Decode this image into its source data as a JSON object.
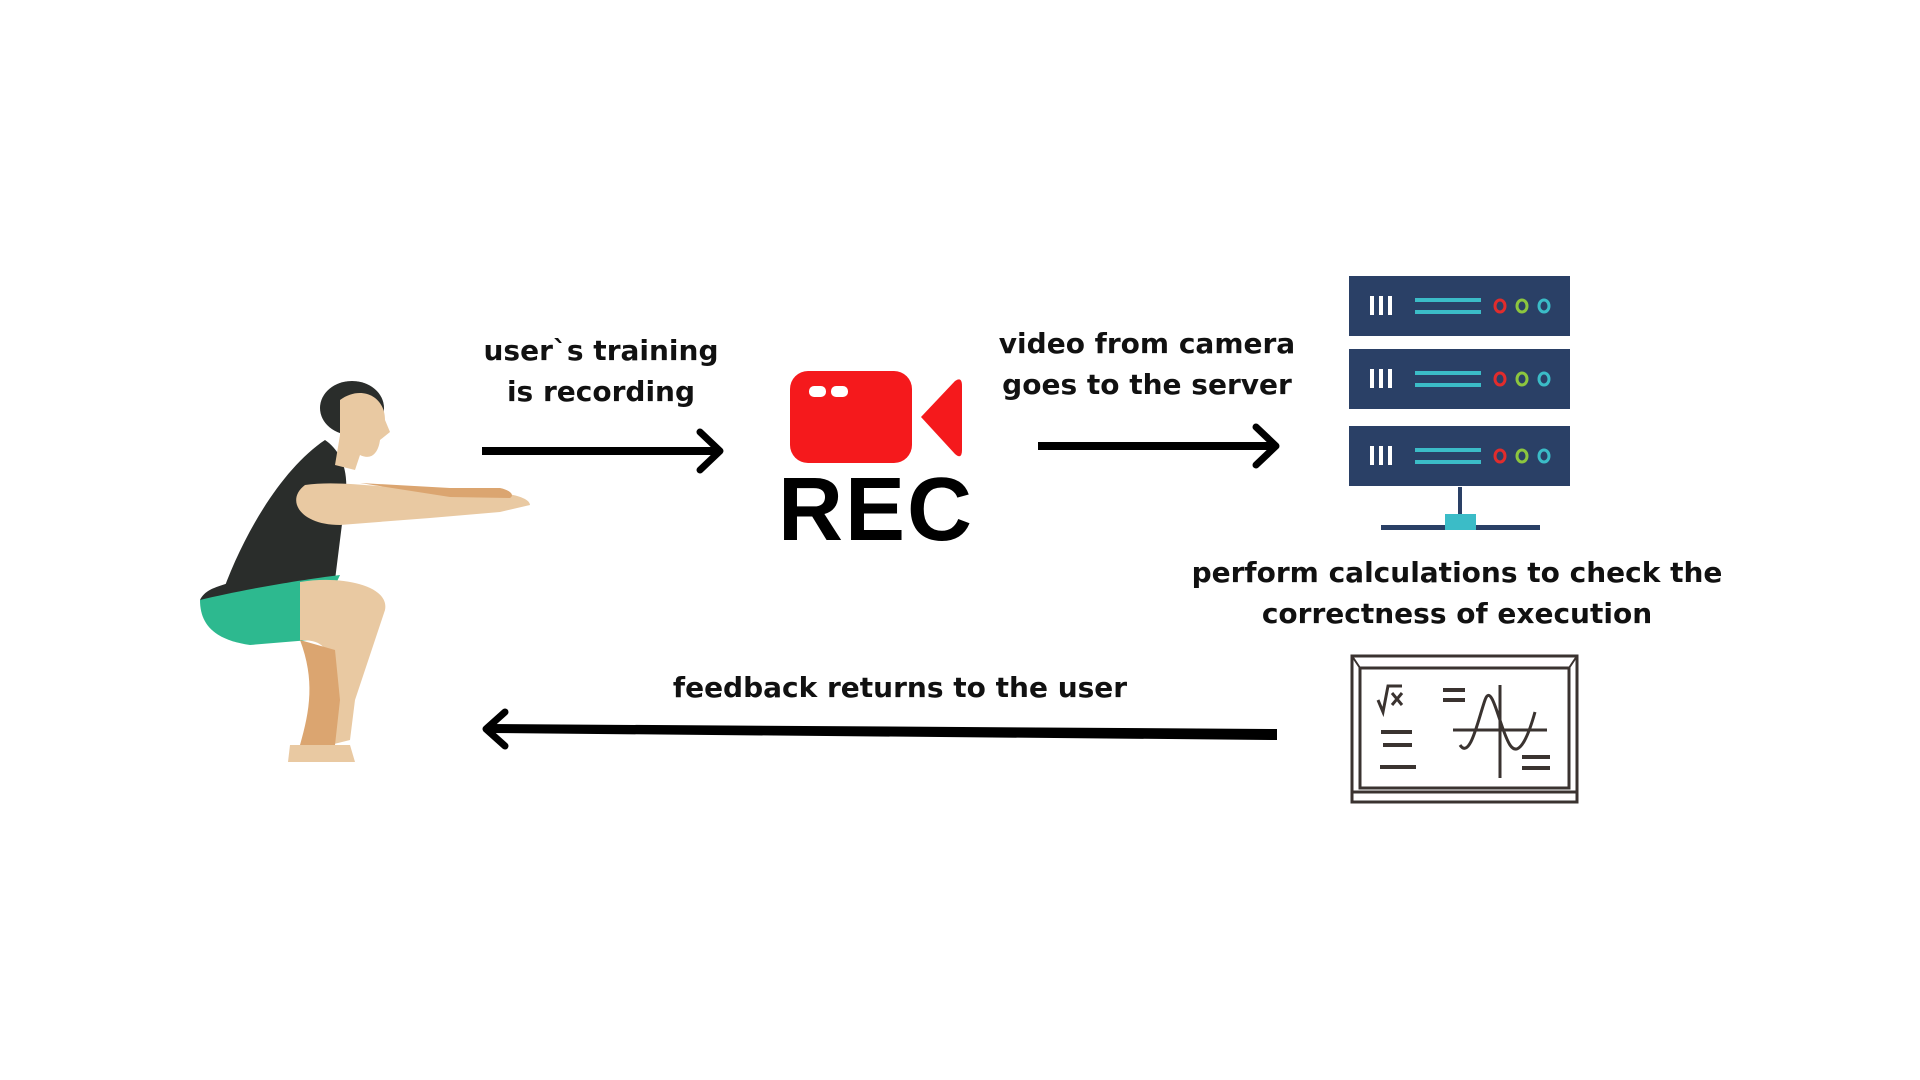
{
  "steps": {
    "recording_line1": "user`s training",
    "recording_line2": "is recording",
    "to_server_line1": "video from camera",
    "to_server_line2": "goes to the server",
    "calc_line1": "perform calculations to check the",
    "calc_line2": "correctness of execution",
    "feedback": "feedback returns to the user"
  },
  "camera": {
    "label": "REC"
  },
  "colors": {
    "camera_red": "#f5191c",
    "server_navy": "#2a4066",
    "server_cyan": "#3bbcc7",
    "led_red": "#e12c2c",
    "led_green": "#8cc63e",
    "shorts_green": "#2db98f",
    "skin": "#e9c9a2",
    "shirt": "#2a2d2b"
  }
}
